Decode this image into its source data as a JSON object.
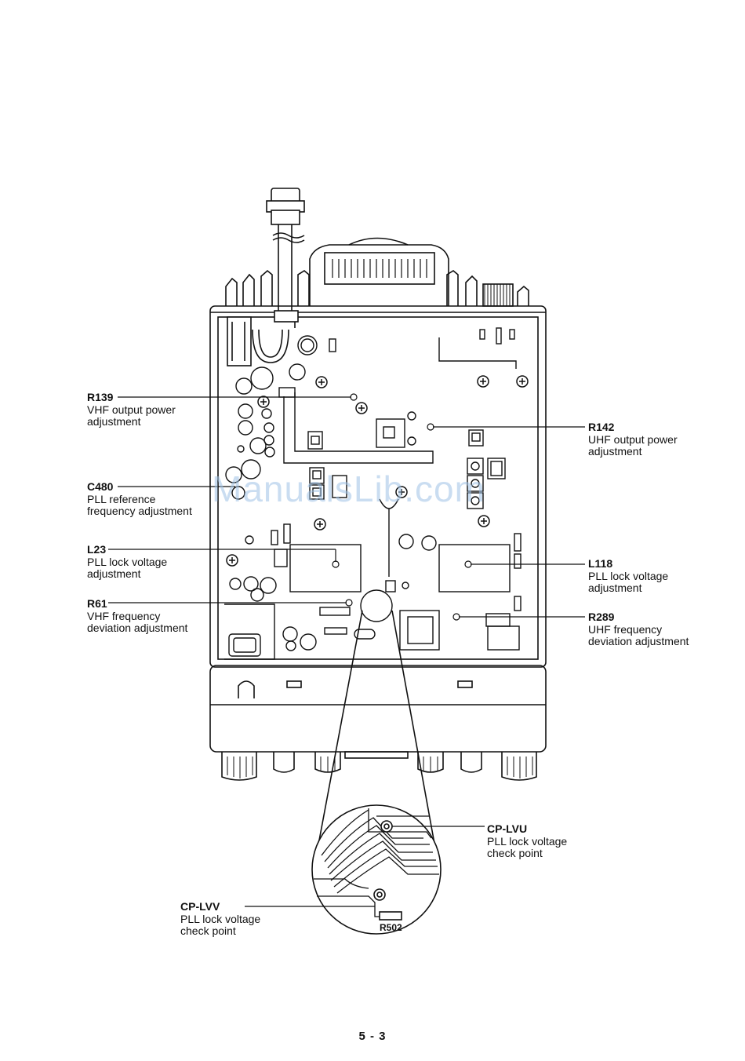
{
  "callouts": {
    "r139": {
      "ref": "R139",
      "desc1": "VHF output power",
      "desc2": "adjustment"
    },
    "c480": {
      "ref": "C480",
      "desc1": "PLL reference",
      "desc2": "frequency adjustment"
    },
    "l23": {
      "ref": "L23",
      "desc1": "PLL lock voltage",
      "desc2": "adjustment"
    },
    "r61": {
      "ref": "R61",
      "desc1": "VHF frequency",
      "desc2": "deviation adjustment"
    },
    "r142": {
      "ref": "R142",
      "desc1": "UHF output power",
      "desc2": "adjustment"
    },
    "l118": {
      "ref": "L118",
      "desc1": "PLL lock voltage",
      "desc2": "adjustment"
    },
    "r289": {
      "ref": "R289",
      "desc1": "UHF frequency",
      "desc2": "deviation adjustment"
    },
    "cplvu": {
      "ref": "CP-LVU",
      "desc1": "PLL lock voltage",
      "desc2": "check point"
    },
    "cplvv": {
      "ref": "CP-LVV",
      "desc1": "PLL lock voltage",
      "desc2": "check point"
    }
  },
  "detail_label": "R502",
  "page_number": "5 - 3",
  "watermark": "ManualsLib.com",
  "colors": {
    "line": "#111111",
    "watermark": "#9fc3e6"
  }
}
